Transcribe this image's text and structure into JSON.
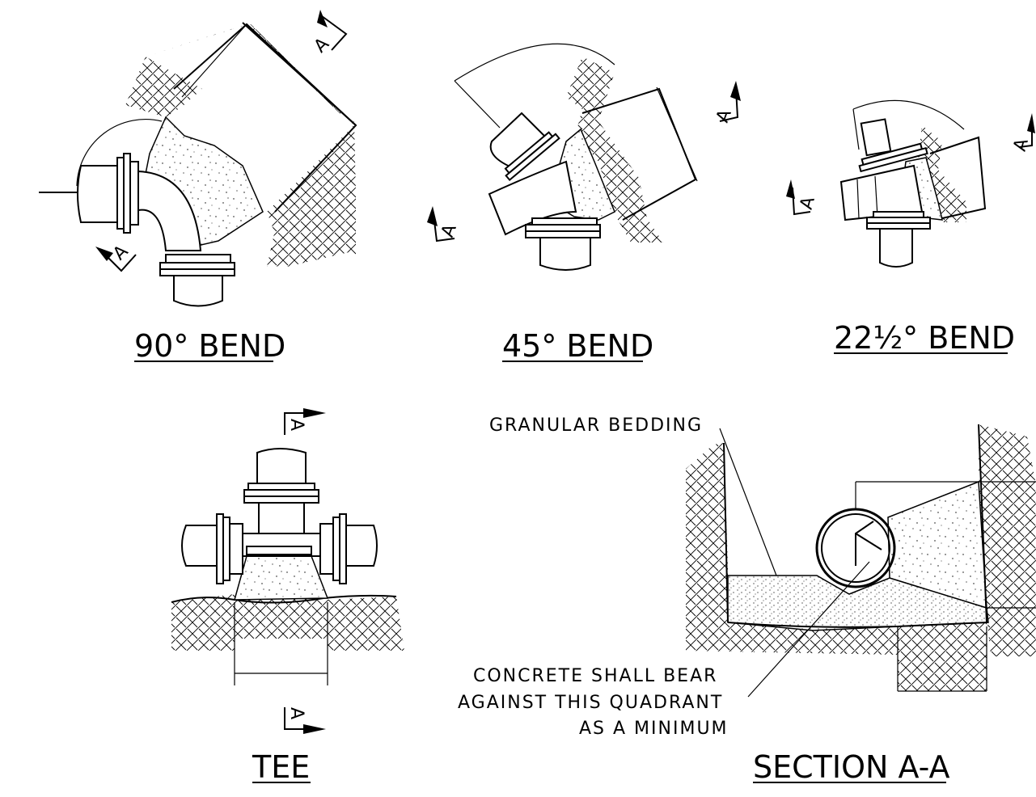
{
  "labels": {
    "bend_90": "90° BEND",
    "bend_45": "45° BEND",
    "bend_22": "22½° BEND",
    "tee": "TEE",
    "section": "SECTION A-A"
  },
  "callouts": {
    "bedding": "GRANULAR BEDDING",
    "concrete_line1": "CONCRETE SHALL BEAR",
    "concrete_line2": "AGAINST THIS QUADRANT",
    "concrete_line3": "AS A MINIMUM"
  },
  "section_mark": "A",
  "colors": {
    "ink": "#000000",
    "background": "#ffffff"
  }
}
